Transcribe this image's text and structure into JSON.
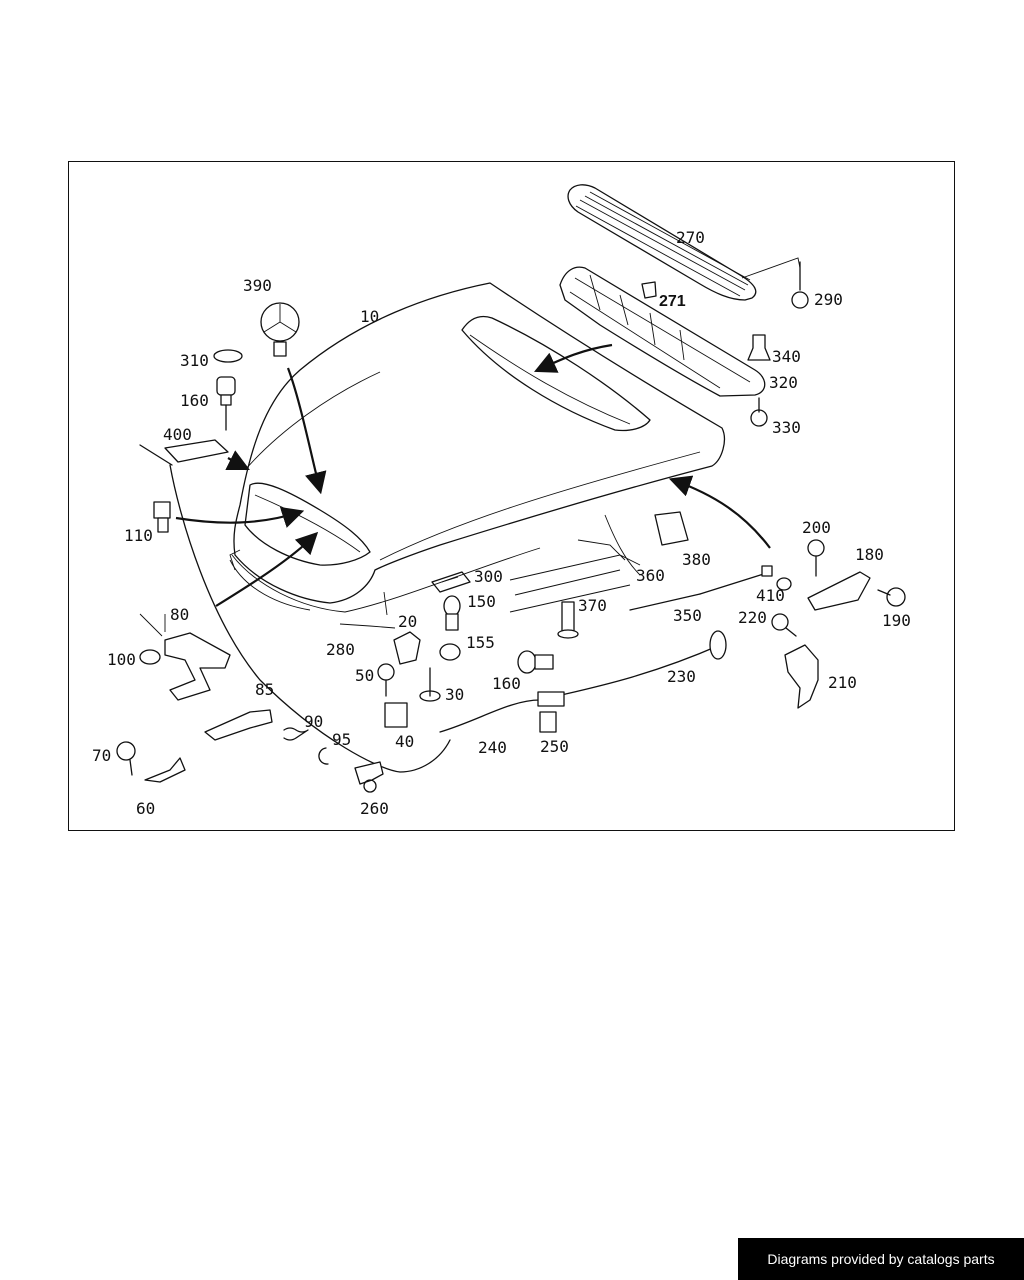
{
  "labels": {
    "l10": "10",
    "l20": "20",
    "l30": "30",
    "l40": "40",
    "l50": "50",
    "l60": "60",
    "l70": "70",
    "l80": "80",
    "l85": "85",
    "l90": "90",
    "l95": "95",
    "l100": "100",
    "l110": "110",
    "l150": "150",
    "l155": "155",
    "l160a": "160",
    "l160b": "160",
    "l180": "180",
    "l190": "190",
    "l200": "200",
    "l210": "210",
    "l220": "220",
    "l230": "230",
    "l240": "240",
    "l250": "250",
    "l260": "260",
    "l270": "270",
    "l271": "271",
    "l280": "280",
    "l290": "290",
    "l300": "300",
    "l310": "310",
    "l320": "320",
    "l330": "330",
    "l340": "340",
    "l350": "350",
    "l360": "360",
    "l370": "370",
    "l380": "380",
    "l390": "390",
    "l400": "400",
    "l410": "410"
  },
  "footer": {
    "credit": "Diagrams provided by catalogs parts"
  }
}
